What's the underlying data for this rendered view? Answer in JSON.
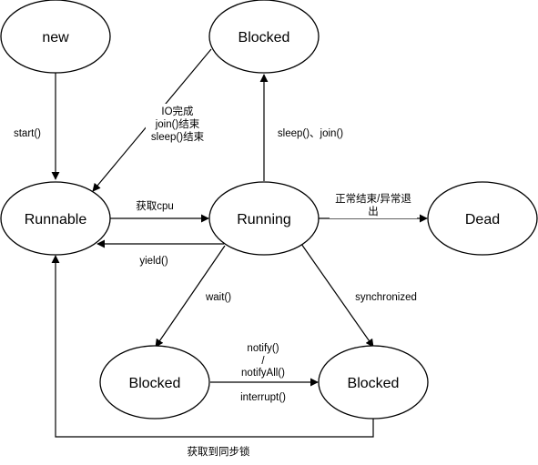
{
  "nodes": {
    "new": "new",
    "blocked_top": "Blocked",
    "runnable": "Runnable",
    "running": "Running",
    "dead": "Dead",
    "blocked_wait": "Blocked",
    "blocked_sync": "Blocked"
  },
  "edges": {
    "start": "start()",
    "io_done_1": "IO完成",
    "io_done_2": "join()结束",
    "io_done_3": "sleep()结束",
    "sleep_join": "sleep()、join()",
    "get_cpu": "获取cpu",
    "yield": "yield()",
    "dead_1": "正常结束/异常退",
    "dead_2": "出",
    "wait": "wait()",
    "synchronized": "synchronized",
    "notify": "notify()",
    "slash": "/",
    "notify_all": "notifyAll()",
    "interrupt": "interrupt()",
    "get_lock": "获取到同步锁"
  }
}
